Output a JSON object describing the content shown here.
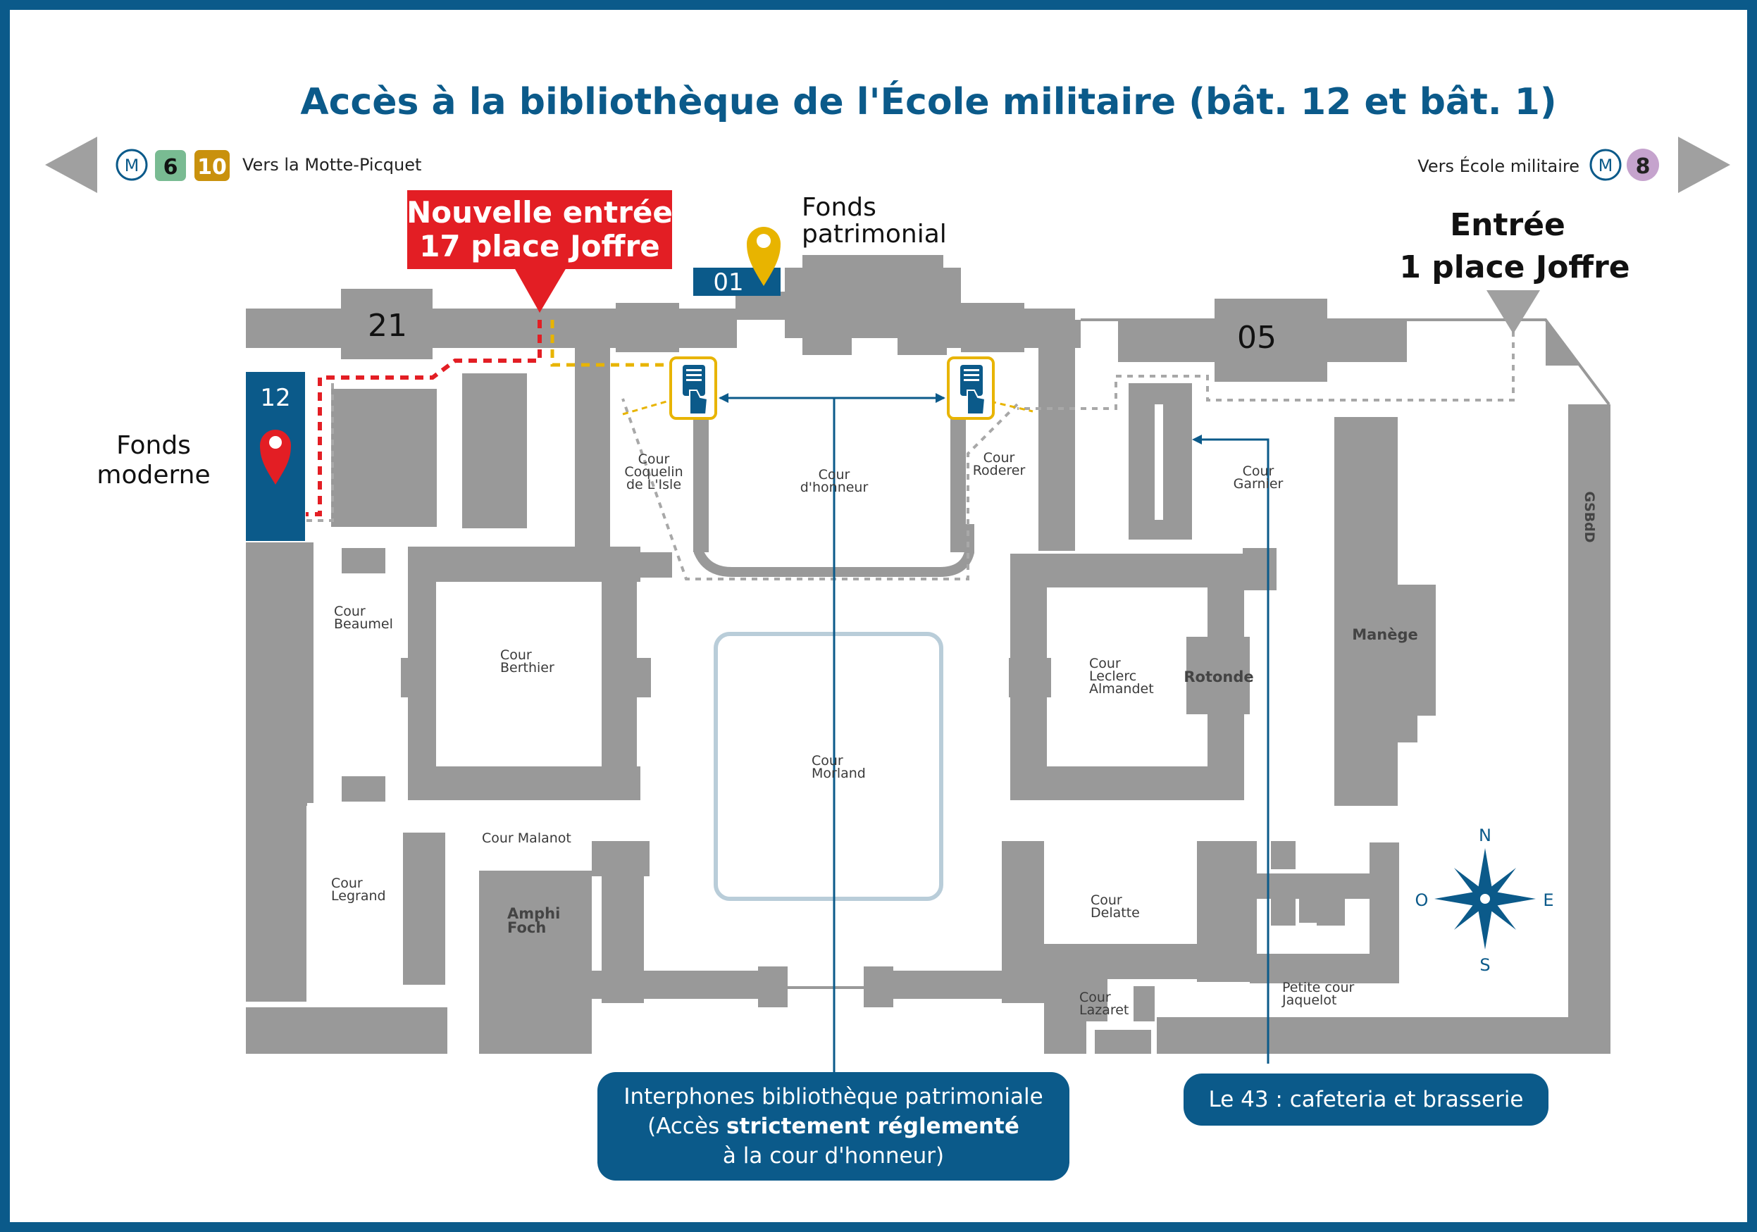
{
  "title": "Accès à la bibliothèque de l'École militaire (bât. 12 et bât. 1)",
  "metro_left": {
    "text": "Vers la Motte-Picquet",
    "logo": "M",
    "lines": [
      {
        "n": "6",
        "color": "#79bb92"
      },
      {
        "n": "10",
        "color": "#c9910d"
      }
    ]
  },
  "metro_right": {
    "text": "Vers École militaire",
    "logo": "M",
    "lines": [
      {
        "n": "8",
        "color": "#c5a3cd"
      }
    ]
  },
  "new_entrance": {
    "line1": "Nouvelle entrée",
    "line2": "17 place Joffre"
  },
  "main_entrance": {
    "line1": "Entrée",
    "line2": "1 place Joffre"
  },
  "fonds_patrimonial": {
    "line1": "Fonds",
    "line2": "patrimonial"
  },
  "fonds_moderne": {
    "line1": "Fonds",
    "line2": "moderne"
  },
  "buildings": {
    "b21": "21",
    "b05": "05",
    "b01": "01",
    "b12": "12"
  },
  "courtyards": {
    "coquelin": [
      "Cour",
      "Coquelin",
      "de L'Isle"
    ],
    "honneur": [
      "Cour",
      "d'honneur"
    ],
    "roderer": [
      "Cour",
      "Roderer"
    ],
    "garnier": [
      "Cour",
      "Garnier"
    ],
    "beaumel": [
      "Cour",
      "Beaumel"
    ],
    "berthier": [
      "Cour",
      "Berthier"
    ],
    "morland": [
      "Cour",
      "Morland"
    ],
    "leclerc": [
      "Cour",
      "Leclerc",
      "Almandet"
    ],
    "malanot": "Cour Malanot",
    "legrand": [
      "Cour",
      "Legrand"
    ],
    "delatte": [
      "Cour",
      "Delatte"
    ],
    "lazaret": [
      "Cour",
      "Lazaret"
    ],
    "jaquelot": [
      "Petite cour",
      "Jaquelot"
    ]
  },
  "places": {
    "rotonde": "Rotonde",
    "manege": "Manège",
    "amphi": [
      "Amphi",
      "Foch"
    ],
    "gsbdd": "GSBdD"
  },
  "compass": {
    "n": "N",
    "s": "S",
    "e": "E",
    "o": "O"
  },
  "info_boxes": {
    "interphones": {
      "line1": "Interphones bibliothèque patrimoniale",
      "line2_pre": "(Accès ",
      "line2_bold": "strictement réglementé",
      "line3": "à la cour d'honneur)"
    },
    "cafeteria": "Le 43 : cafeteria et brasserie"
  },
  "colors": {
    "primary": "#0b5a8a",
    "building": "#999999",
    "red": "#e31e24",
    "yellow": "#e8b400",
    "grey_arrow": "#a0a0a0"
  }
}
